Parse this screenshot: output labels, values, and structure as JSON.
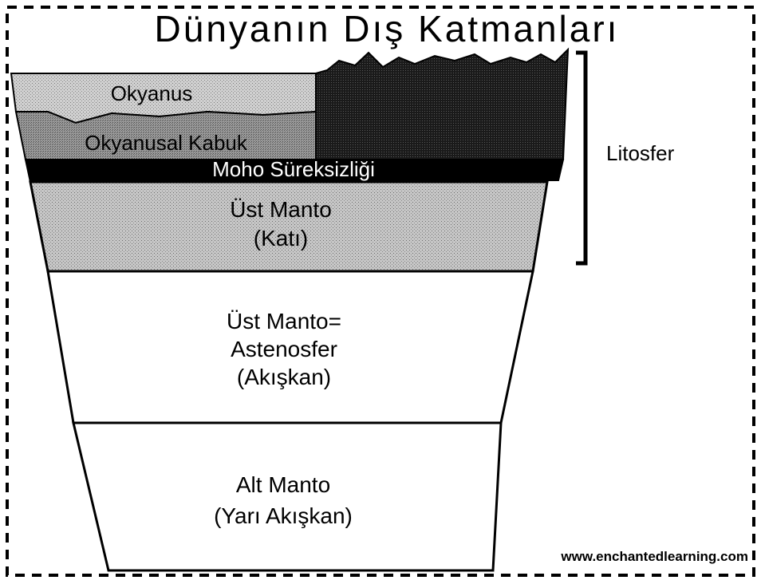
{
  "title": "Dünyanın Dış Katmanları",
  "layers": {
    "ocean": "Okyanus",
    "oceanic_crust": "Okyanusal Kabuk",
    "moho": "Moho Süreksizliği",
    "upper_mantle_solid": [
      "Üst Manto",
      "(Katı)"
    ],
    "asthenosphere": [
      "Üst Manto=",
      "Astenosfer",
      "(Akışkan)"
    ],
    "lower_mantle": [
      "Alt Manto",
      "(Yarı Akışkan)"
    ]
  },
  "bracket_label": "Litosfer",
  "credit": "www.enchantedlearning.com",
  "colors": {
    "ink": "#000000",
    "ocean_fill": "#d6d6d6",
    "crust_fill": "#9a9a9a",
    "continent_fill": "#1c1c1c",
    "solid_mantle_fill": "#c2c2c2",
    "paper": "#ffffff"
  }
}
